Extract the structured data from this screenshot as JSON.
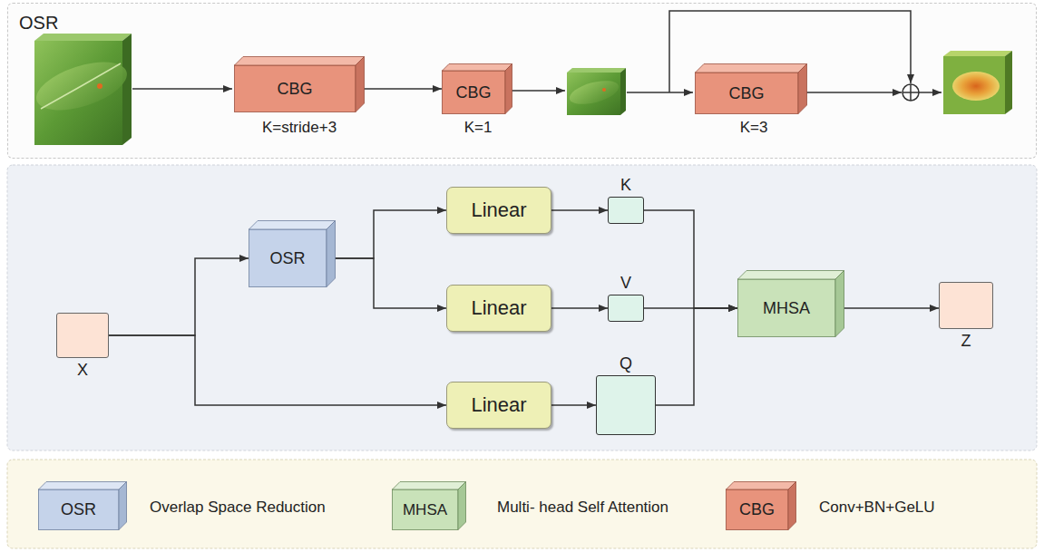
{
  "diagram": {
    "nodes": [
      {
        "text": [
          "OSR"
        ]
      },
      {
        "text": [
          "CBG"
        ],
        "in": 0
      },
      {
        "text": [
          "CBG"
        ],
        "in": 0
      },
      {
        "text": [
          "CBG"
        ],
        "in": 0
      },
      {
        "text": [
          "X"
        ]
      },
      {
        "text": [
          "OSR"
        ]
      },
      {
        "text": [
          "Linear"
        ]
      },
      {
        "text": [
          "K"
        ]
      },
      {
        "text": [
          "Linear"
        ]
      },
      {
        "text": [
          "V"
        ]
      },
      {
        "text": [
          "Linear"
        ]
      },
      {
        "text": [
          "Q"
        ]
      },
      {
        "text": [
          "MHSA"
        ]
      },
      {
        "text": [
          "Z"
        ]
      },
      {
        "text": [
          "OSR"
        ]
      },
      {
        "text": [
          "MHSA"
        ]
      },
      {
        "text": [
          "CBG"
        ]
      }
    ],
    "edges": [
      {
        "from": 1,
        "to": 2,
        "arrow": "to"
      },
      {
        "from": 4,
        "to": 5,
        "arrow": "to"
      },
      {
        "from": 4,
        "to": 10,
        "arrow": "to"
      },
      {
        "from": 5,
        "to": 6,
        "arrow": "to"
      },
      {
        "from": 5,
        "to": 8,
        "arrow": "to"
      },
      {
        "from": 6,
        "to": 7,
        "arrow": "to"
      },
      {
        "from": 8,
        "to": 9,
        "arrow": "to"
      },
      {
        "from": 10,
        "to": 11,
        "arrow": "to"
      },
      {
        "from": 7,
        "to": 12,
        "arrow": "to"
      },
      {
        "from": 9,
        "to": 12,
        "arrow": "to"
      },
      {
        "from": 11,
        "to": 12,
        "arrow": "to"
      },
      {
        "from": 12,
        "to": 13,
        "arrow": "to"
      }
    ],
    "labels": [
      "K=stride+3",
      "K=1",
      "K=3"
    ],
    "legend": [
      {
        "text": "Overlap Space Reduction"
      },
      {
        "text": "Multi- head Self Attention"
      },
      {
        "text": "Conv+BN+GeLU"
      }
    ]
  }
}
